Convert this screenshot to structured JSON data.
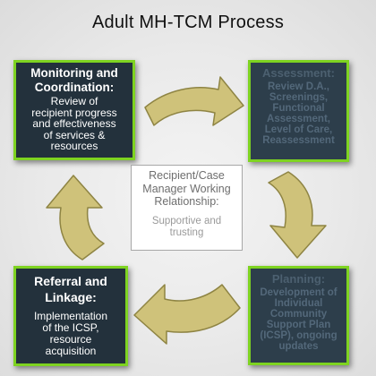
{
  "diagram": {
    "title": "Adult MH-TCM Process",
    "monitoring": {
      "heading_line1": "Monitoring and",
      "heading_line2": "Coordination:",
      "body_lines": [
        "Review of",
        "recipient progress",
        "and effectiveness",
        "of services &",
        "resources"
      ]
    },
    "assessment": {
      "heading": "Assessment:",
      "body_lines": [
        "Review D.A.,",
        "Screenings,",
        "Functional",
        "Assessment,",
        "Level of Care,",
        "Reassessment"
      ]
    },
    "planning": {
      "heading": "Planning:",
      "body_lines": [
        "Development of",
        "Individual",
        "Community",
        "Support Plan",
        "(ICSP), ongoing",
        "updates"
      ]
    },
    "referral": {
      "heading_line1": "Referral and",
      "heading_line2": "Linkage:",
      "body_lines": [
        "Implementation",
        "of the ICSP,",
        "resource",
        "acquisition"
      ]
    },
    "center": {
      "heading_lines": [
        "Recipient/Case",
        "Manager Working",
        "Relationship:"
      ],
      "body_lines": [
        "Supportive and",
        "trusting"
      ]
    },
    "colors": {
      "box_fill": "#2d3e4b",
      "box_border": "#7ed321",
      "arrow_fill": "#cfc27a",
      "arrow_stroke": "#8e8443"
    }
  }
}
